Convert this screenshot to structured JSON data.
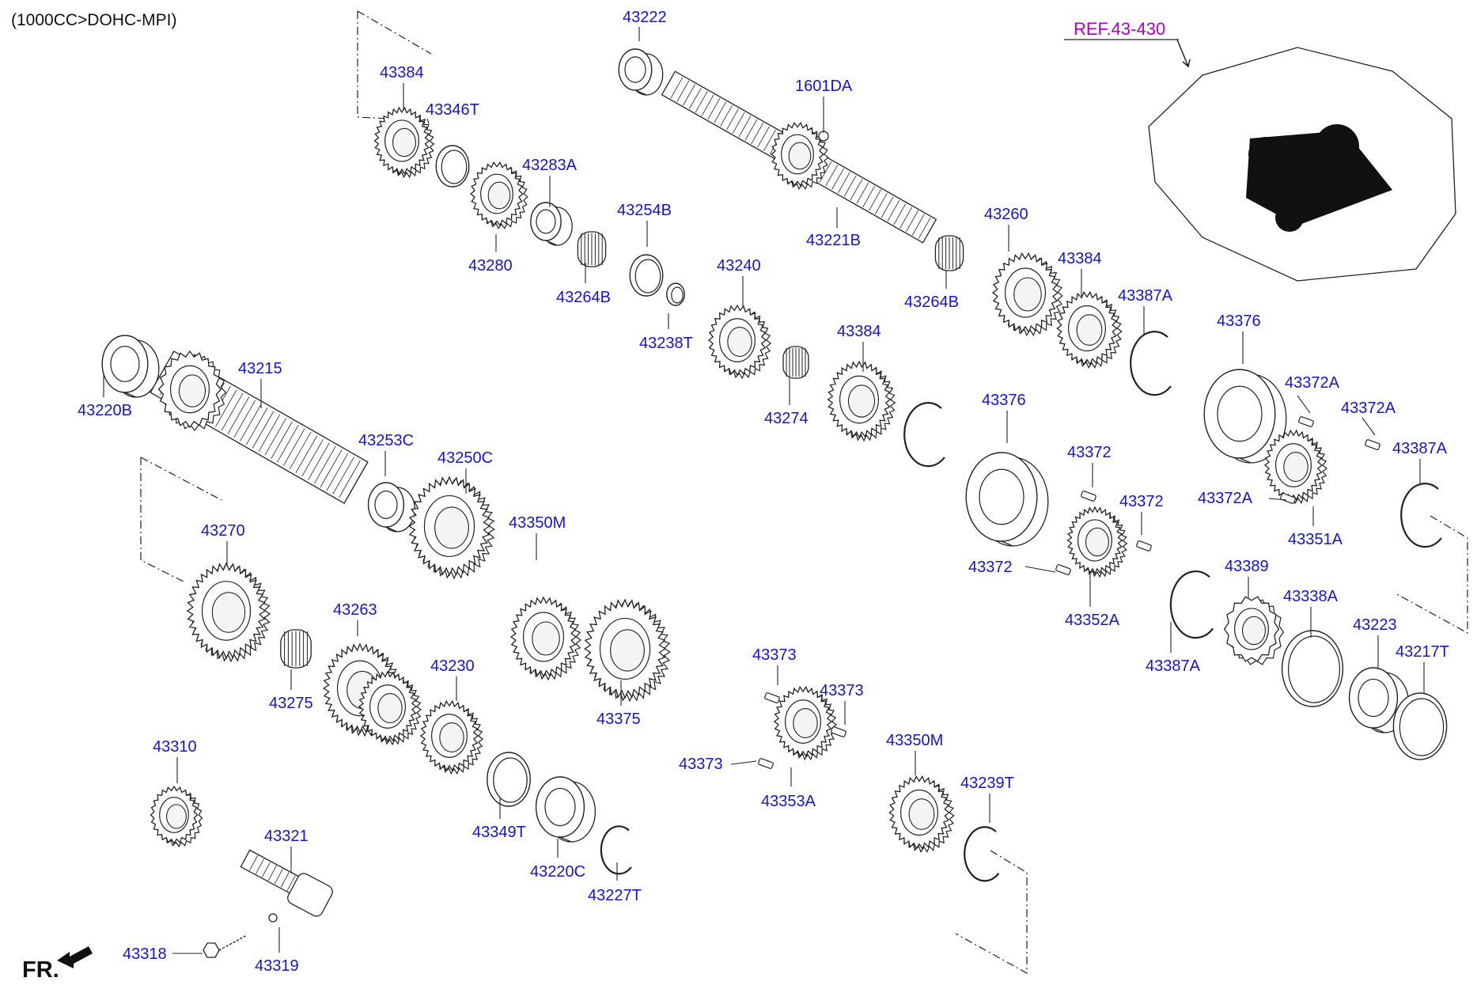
{
  "header": "(1000CC>DOHC-MPI)",
  "ref_label": "REF.43-430",
  "fr_label": "FR.",
  "colors": {
    "label": "#1414d2",
    "ref": "#b000c8",
    "line": "#222222"
  },
  "parts": [
    "43222",
    "1601DA",
    "43384",
    "43346T",
    "43283A",
    "43280",
    "43254B",
    "43264B",
    "43221B",
    "43260",
    "43384",
    "43240",
    "43238T",
    "43264B",
    "43387A",
    "43220B",
    "43215",
    "43274",
    "43384",
    "43376",
    "43376",
    "43372A",
    "43372A",
    "43387A",
    "43253C",
    "43250C",
    "43372",
    "43372A",
    "43372",
    "43351A",
    "43270",
    "43350M",
    "43372",
    "43389",
    "43338A",
    "43223",
    "43387A",
    "43352A",
    "43263",
    "43230",
    "43275",
    "43375",
    "43373",
    "43373",
    "43217T",
    "43310",
    "43373",
    "43353A",
    "43350M",
    "43239T",
    "43349T",
    "43321",
    "43220C",
    "43227T",
    "43318",
    "43319"
  ]
}
